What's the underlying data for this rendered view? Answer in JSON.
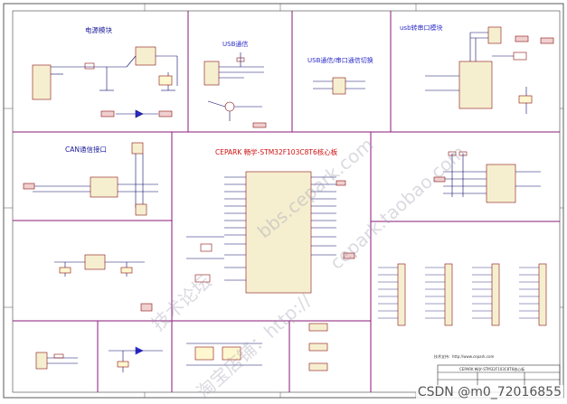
{
  "sections": {
    "power_title": "电源模块",
    "usb_title": "USB通信",
    "switch_title": "USB通信/串口通信切换",
    "usb_serial_title": "usb转串口模块",
    "can_title": "CAN通信接口",
    "core_title": "CEPARK 畅学-STM32F103C8T6核心板"
  },
  "watermarks": {
    "w1": "bbs.cepark.com",
    "w2": "cepark.taobao.com",
    "w3": "技术论坛",
    "w4": "淘宝店铺：http://"
  },
  "website_text": "技术支持：http://www.cepark.com",
  "title_block_text": "CEPARK 畅学-STM32F103C8T6核心板",
  "footer_text": "CSDN @m0_72016855",
  "colors": {
    "frame": "#8a1a7a",
    "wire": "#0b0b6b",
    "component": "#8a1010",
    "ic_fill": "#f5efd0",
    "title_blue": "#2b2bc8",
    "title_red": "#d01010"
  }
}
